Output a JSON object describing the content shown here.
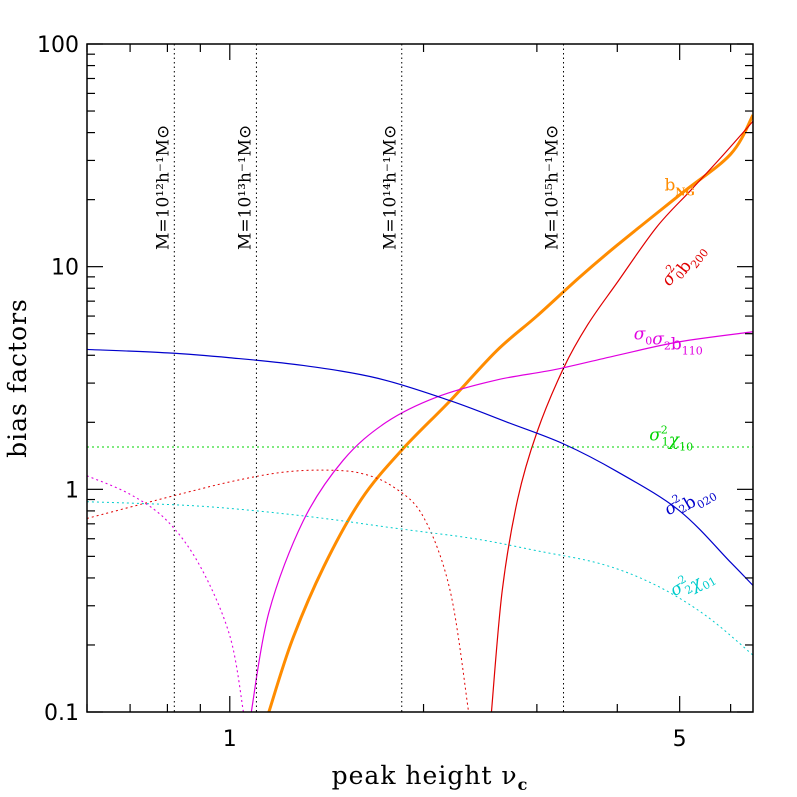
{
  "chart_data": {
    "type": "line",
    "xscale": "log",
    "yscale": "log",
    "xlim": [
      0.6,
      6.5
    ],
    "ylim": [
      0.1,
      100
    ],
    "xlabel": "peak height ν",
    "xlabel_sub": "c",
    "ylabel": "bias factors",
    "x_ticks": [
      {
        "value": 1,
        "label": "1"
      },
      {
        "value": 5,
        "label": "5"
      }
    ],
    "y_ticks": [
      {
        "value": 0.1,
        "label": "0.1"
      },
      {
        "value": 1,
        "label": "1"
      },
      {
        "value": 10,
        "label": "10"
      },
      {
        "value": 100,
        "label": "100"
      }
    ],
    "mass_lines": [
      {
        "x": 0.82,
        "label": "M=10¹²h⁻¹M⊙"
      },
      {
        "x": 1.1,
        "label": "M=10¹³h⁻¹M⊙"
      },
      {
        "x": 1.85,
        "label": "M=10¹⁴h⁻¹M⊙"
      },
      {
        "x": 3.3,
        "label": "M=10¹⁵h⁻¹M⊙"
      }
    ],
    "series": [
      {
        "key": "bNG",
        "color": "#ff8c00",
        "width": 3,
        "style": "solid",
        "label": {
          "base": "b",
          "sub": "NG",
          "x": 5.0,
          "y": 22,
          "angle": 0
        },
        "points": [
          [
            1.15,
            0.1
          ],
          [
            1.25,
            0.21
          ],
          [
            1.4,
            0.45
          ],
          [
            1.6,
            0.9
          ],
          [
            1.85,
            1.5
          ],
          [
            2.2,
            2.5
          ],
          [
            2.6,
            4.2
          ],
          [
            3.0,
            6.0
          ],
          [
            3.5,
            9.0
          ],
          [
            4.0,
            12.5
          ],
          [
            5.0,
            21
          ],
          [
            6.0,
            32
          ],
          [
            6.5,
            48
          ]
        ]
      },
      {
        "key": "s0sq_b200",
        "color": "#e00000",
        "width": 1.2,
        "style": "solid",
        "label": {
          "base": "σ",
          "sub": "0",
          "sup": "2",
          "tail": "b",
          "tail_sub": "200",
          "x": 5.1,
          "y": 10,
          "angle": -52
        },
        "points": [
          [
            2.55,
            0.1
          ],
          [
            2.65,
            0.35
          ],
          [
            2.8,
            0.9
          ],
          [
            3.0,
            1.8
          ],
          [
            3.3,
            3.5
          ],
          [
            3.6,
            5.5
          ],
          [
            4.0,
            8.5
          ],
          [
            4.6,
            15
          ],
          [
            5.2,
            22
          ],
          [
            5.8,
            31
          ],
          [
            6.5,
            45
          ]
        ]
      },
      {
        "key": "s0s2_b110",
        "color": "#e000e0",
        "width": 1.2,
        "style": "solid",
        "label": {
          "base": "σ",
          "sub": "0",
          "tail": "σ",
          "tail_sub": "2",
          "tail2": "b",
          "tail2_sub": "110",
          "x": 4.8,
          "y": 4.7,
          "angle": 0
        },
        "points": [
          [
            1.08,
            0.1
          ],
          [
            1.15,
            0.28
          ],
          [
            1.3,
            0.72
          ],
          [
            1.5,
            1.35
          ],
          [
            1.75,
            2.0
          ],
          [
            2.1,
            2.6
          ],
          [
            2.6,
            3.1
          ],
          [
            3.2,
            3.45
          ],
          [
            4.0,
            4.0
          ],
          [
            5.0,
            4.6
          ],
          [
            6.5,
            5.1
          ]
        ]
      },
      {
        "key": "s0s2_b110_low",
        "color": "#e000e0",
        "width": 1.1,
        "style": "dotted",
        "label": null,
        "points": [
          [
            0.6,
            1.15
          ],
          [
            0.7,
            0.95
          ],
          [
            0.8,
            0.72
          ],
          [
            0.9,
            0.45
          ],
          [
            1.0,
            0.22
          ],
          [
            1.05,
            0.1
          ]
        ]
      },
      {
        "key": "s2sq_b020",
        "color": "#0000cc",
        "width": 1.2,
        "style": "solid",
        "label": {
          "base": "σ",
          "sub": "2",
          "sup": "2",
          "tail": "b",
          "tail_sub": "020",
          "x": 5.2,
          "y": 0.87,
          "angle": -30
        },
        "points": [
          [
            0.6,
            4.25
          ],
          [
            0.8,
            4.1
          ],
          [
            1.0,
            3.9
          ],
          [
            1.3,
            3.6
          ],
          [
            1.7,
            3.15
          ],
          [
            2.2,
            2.5
          ],
          [
            2.7,
            2.0
          ],
          [
            3.3,
            1.6
          ],
          [
            4.0,
            1.2
          ],
          [
            5.0,
            0.8
          ],
          [
            6.0,
            0.47
          ],
          [
            6.5,
            0.37
          ]
        ]
      },
      {
        "key": "s1sq_chi10",
        "color": "#00d400",
        "width": 1.0,
        "style": "dotted",
        "label": {
          "base": "σ",
          "sub": "1",
          "sup": "2",
          "tail": "χ",
          "tail_sub": "10",
          "x": 4.85,
          "y": 1.66,
          "angle": 0
        },
        "points": [
          [
            0.6,
            1.55
          ],
          [
            6.5,
            1.55
          ]
        ]
      },
      {
        "key": "red_dotted",
        "color": "#e00000",
        "width": 1.0,
        "style": "dotted",
        "label": null,
        "points": [
          [
            0.6,
            0.74
          ],
          [
            0.8,
            0.92
          ],
          [
            1.0,
            1.08
          ],
          [
            1.2,
            1.19
          ],
          [
            1.4,
            1.22
          ],
          [
            1.6,
            1.18
          ],
          [
            1.8,
            1.02
          ],
          [
            2.0,
            0.75
          ],
          [
            2.2,
            0.35
          ],
          [
            2.35,
            0.1
          ]
        ]
      },
      {
        "key": "s2sq_chi01",
        "color": "#00cccc",
        "width": 1.0,
        "style": "dotted",
        "label": {
          "base": "σ",
          "sub": "2",
          "sup": "2",
          "tail": "χ",
          "tail_sub": "01",
          "x": 5.25,
          "y": 0.37,
          "angle": -30
        },
        "points": [
          [
            0.6,
            0.88
          ],
          [
            0.9,
            0.84
          ],
          [
            1.3,
            0.76
          ],
          [
            1.8,
            0.67
          ],
          [
            2.4,
            0.6
          ],
          [
            3.0,
            0.53
          ],
          [
            3.8,
            0.46
          ],
          [
            4.6,
            0.37
          ],
          [
            5.5,
            0.27
          ],
          [
            6.5,
            0.18
          ]
        ]
      }
    ]
  }
}
